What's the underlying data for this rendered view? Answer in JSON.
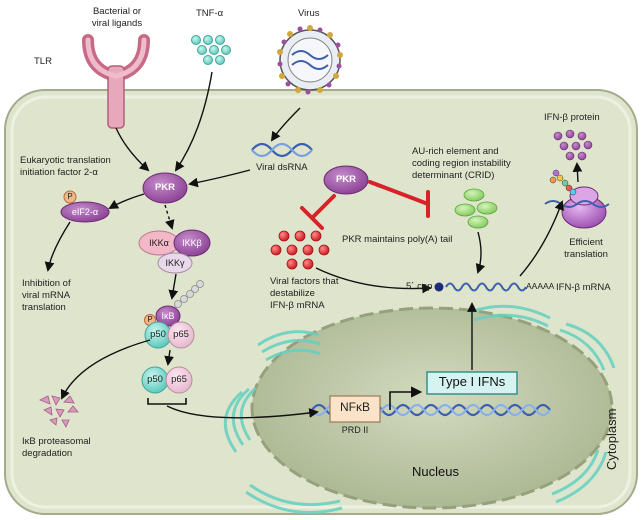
{
  "labels": {
    "bacterial_ligands": [
      "Bacterial or",
      "viral ligands"
    ],
    "tnf": "TNF-α",
    "virus": "Virus",
    "tlr": "TLR",
    "eif_factor": [
      "Eukaryotic translation",
      "initiation factor 2-α"
    ],
    "pkr_main": "PKR",
    "pkr_second": "PKR",
    "eif2": "eIF2-α",
    "phospho": "P",
    "phospho2": "P",
    "viral_dsrna": "Viral dsRNA",
    "ikk_alpha": "IKKα",
    "ikk_beta": "IKKβ",
    "ikk_gamma": "IKKγ",
    "inhibition": [
      "Inhibition of",
      "viral mRNA",
      "translation"
    ],
    "ikb": "IκB",
    "p50": "p50",
    "p65": "p65",
    "p50b": "p50",
    "p65b": "p65",
    "ikb_deg": [
      "IκB proteasomal",
      "degradation"
    ],
    "au_rich": [
      "AU-rich element and",
      "coding region instability",
      "determinant (CRID)"
    ],
    "ifn_protein": "IFN-β protein",
    "efficient": [
      "Efficient",
      "translation"
    ],
    "pkr_polya": "PKR maintains poly(A) tail",
    "viral_factors": [
      "Viral factors that",
      "destabilize",
      "IFN-β mRNA"
    ],
    "cap": "5´ cap",
    "aaaaa": "AAAAA",
    "ifn_mrna": "IFN-β mRNA",
    "nfkb": "NFκB",
    "prd": "PRD II",
    "type1": "Type I IFNs",
    "nucleus": "Nucleus",
    "cytoplasm": "Cytoplasm"
  },
  "colors": {
    "cell_fill": "#dde3c9",
    "cell_border": "#a6ad8f",
    "nucleus_fill": "#b9c4a2",
    "pkr": "#9c4ea1",
    "red": "#d8222a",
    "green": "#8fd36a",
    "teal": "#6dd4c9",
    "dna": "#3c5fb0"
  }
}
